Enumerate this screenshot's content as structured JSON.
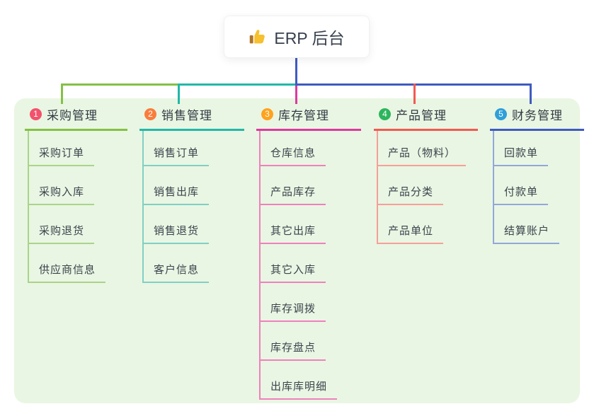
{
  "root": {
    "title": "ERP 后台",
    "icon": "thumbs-up-icon"
  },
  "colors": {
    "panel_background": "#e9f6e3",
    "root_connector": "#3f5bc1"
  },
  "branches": [
    {
      "num": "1",
      "title": "采购管理",
      "line_color": "#84c145",
      "child_line_color": "#a9d489",
      "badge_color": "#f4516c",
      "children": [
        "采购订单",
        "采购入库",
        "采购退货",
        "供应商信息"
      ]
    },
    {
      "num": "2",
      "title": "销售管理",
      "line_color": "#22b8a8",
      "child_line_color": "#7fd0c4",
      "badge_color": "#f97d3c",
      "children": [
        "销售订单",
        "销售出库",
        "销售退货",
        "客户信息"
      ]
    },
    {
      "num": "3",
      "title": "库存管理",
      "line_color": "#dd3a9e",
      "child_line_color": "#f080bd",
      "badge_color": "#ffa21f",
      "children": [
        "仓库信息",
        "产品库存",
        "其它出库",
        "其它入库",
        "库存调拨",
        "库存盘点",
        "出库库明细"
      ]
    },
    {
      "num": "4",
      "title": "产品管理",
      "line_color": "#f25a51",
      "child_line_color": "#f79f99",
      "badge_color": "#2db55d",
      "children": [
        "产品（物料）",
        "产品分类",
        "产品单位"
      ]
    },
    {
      "num": "5",
      "title": "财务管理",
      "line_color": "#3f5bc1",
      "child_line_color": "#93a7db",
      "badge_color": "#2f9fd8",
      "children": [
        "回款单",
        "付款单",
        "结算账户"
      ]
    }
  ]
}
